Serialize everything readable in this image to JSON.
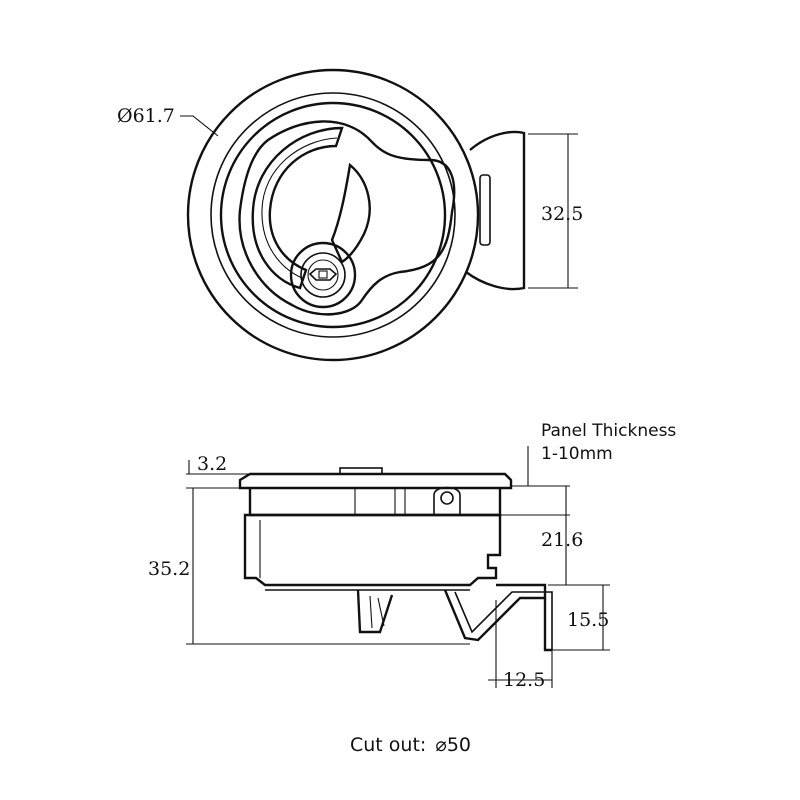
{
  "top_view": {
    "diameter_label": "Ø61.7",
    "height_label": "32.5"
  },
  "side_view": {
    "panel_title": "Panel Thickness",
    "panel_range": "1-10mm",
    "flange_label": "3.2",
    "total_height_label": "35.2",
    "body_depth_label": "21.6",
    "latch_height_label": "15.5",
    "latch_offset_label": "12.5"
  },
  "footer": {
    "cutout_prefix": "Cut out:",
    "cutout_value": "⌀50"
  }
}
